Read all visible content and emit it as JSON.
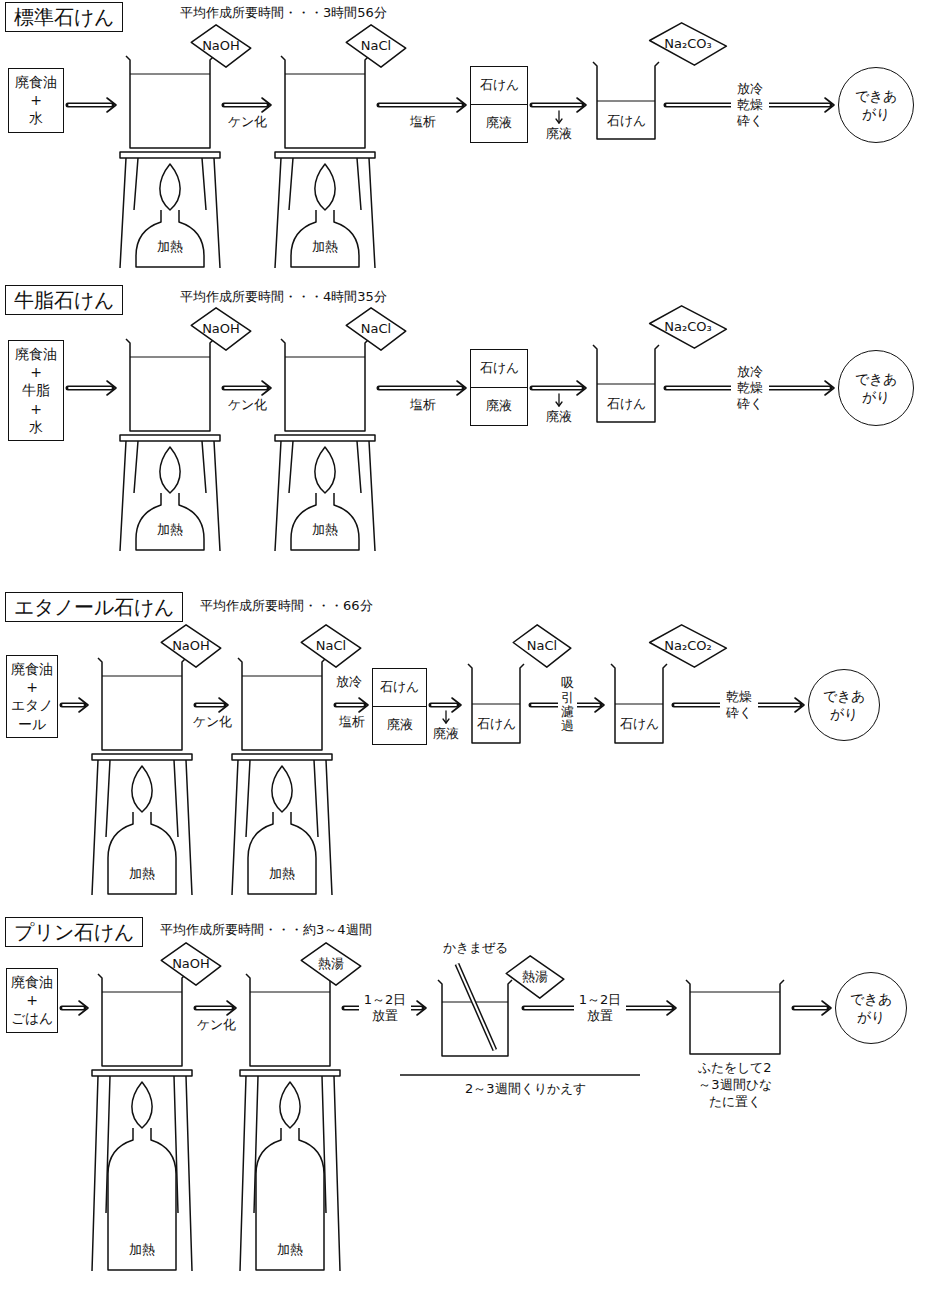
{
  "diagram": {
    "nodes": [
      {
        "text": [
          "標準石けん"
        ]
      },
      {
        "text": [
          "廃食油 + 水"
        ]
      },
      {
        "text": [
          "加熱"
        ]
      },
      {
        "text": [
          "NaOH"
        ]
      },
      {
        "text": [
          "加熱"
        ]
      },
      {
        "text": [
          "NaCl"
        ]
      },
      {
        "text": [
          "石けん",
          "廃液"
        ]
      },
      {
        "text": [
          "石けん"
        ]
      },
      {
        "text": [
          "Na₂CO₃"
        ]
      },
      {
        "text": [
          "できあがり"
        ]
      },
      {
        "text": [
          "牛脂石けん"
        ]
      },
      {
        "text": [
          "廃食油 + 牛脂 + 水"
        ]
      },
      {
        "text": [
          "加熱"
        ]
      },
      {
        "text": [
          "NaOH"
        ]
      },
      {
        "text": [
          "加熱"
        ]
      },
      {
        "text": [
          "NaCl"
        ]
      },
      {
        "text": [
          "石けん",
          "廃液"
        ]
      },
      {
        "text": [
          "石けん"
        ]
      },
      {
        "text": [
          "Na₂CO₃"
        ]
      },
      {
        "text": [
          "できあがり"
        ]
      },
      {
        "text": [
          "エタノール石けん"
        ]
      },
      {
        "text": [
          "廃食油 + エタノール"
        ]
      },
      {
        "text": [
          "加熱"
        ]
      },
      {
        "text": [
          "NaOH"
        ]
      },
      {
        "text": [
          "加熱"
        ]
      },
      {
        "text": [
          "NaCl"
        ]
      },
      {
        "text": [
          "石けん",
          "廃液"
        ]
      },
      {
        "text": [
          "石けん"
        ]
      },
      {
        "text": [
          "NaCl"
        ]
      },
      {
        "text": [
          "石けん"
        ]
      },
      {
        "text": [
          "Na₂CO₂"
        ]
      },
      {
        "text": [
          "できあがり"
        ]
      },
      {
        "text": [
          "プリン石けん"
        ]
      },
      {
        "text": [
          "廃食油 + ごはん"
        ]
      },
      {
        "text": [
          "加熱"
        ]
      },
      {
        "text": [
          "NaOH"
        ]
      },
      {
        "text": [
          "加熱"
        ]
      },
      {
        "text": [
          "熱湯"
        ]
      },
      {
        "text": [
          "かきまぜる"
        ]
      },
      {
        "text": [
          "熱湯"
        ]
      },
      {
        "text": [
          "ふたをして2 ～3週間ひな たに置く"
        ]
      },
      {
        "text": [
          "できあがり"
        ]
      }
    ],
    "edges": [
      {
        "from": 1,
        "to": 2,
        "arrow": "to"
      },
      {
        "from": 2,
        "to": 4,
        "label": "ケン化",
        "arrow": "to"
      },
      {
        "from": 4,
        "to": 6,
        "label": "塩析",
        "arrow": "to"
      },
      {
        "from": 6,
        "to": 7,
        "label": "廃液",
        "arrow": "to"
      },
      {
        "from": 7,
        "to": 9,
        "label": "放冷 乾燥 砕く",
        "arrow": "to"
      },
      {
        "from": 11,
        "to": 12,
        "arrow": "to"
      },
      {
        "from": 12,
        "to": 14,
        "label": "ケン化",
        "arrow": "to"
      },
      {
        "from": 14,
        "to": 16,
        "label": "塩析",
        "arrow": "to"
      },
      {
        "from": 16,
        "to": 17,
        "label": "廃液",
        "arrow": "to"
      },
      {
        "from": 17,
        "to": 19,
        "label": "放冷 乾燥 砕く",
        "arrow": "to"
      },
      {
        "from": 21,
        "to": 22,
        "arrow": "to"
      },
      {
        "from": 22,
        "to": 24,
        "label": "ケン化",
        "arrow": "to"
      },
      {
        "from": 24,
        "to": 26,
        "label": "塩析",
        "arrow": "to"
      },
      {
        "from": 26,
        "to": 27,
        "label": "廃液",
        "arrow": "to"
      },
      {
        "from": 27,
        "to": 29,
        "label": "吸引濾過",
        "arrow": "to"
      },
      {
        "from": 29,
        "to": 31,
        "label": "乾燥 砕く",
        "arrow": "to"
      },
      {
        "from": 33,
        "to": 34,
        "arrow": "to"
      },
      {
        "from": 34,
        "to": 36,
        "label": "ケン化",
        "arrow": "to"
      },
      {
        "from": 36,
        "to": 38,
        "label": "1～2日 放置",
        "arrow": "to"
      },
      {
        "from": 38,
        "to": 40,
        "label": "1～2日 放置",
        "arrow": "to"
      },
      {
        "from": 40,
        "to": 41,
        "arrow": "to"
      }
    ],
    "labels": [
      "平均作成所要時間・・・3時間56分",
      "平均作成所要時間・・・4時間35分",
      "平均作成所要時間・・・66分",
      "放冷",
      "平均作成所要時間・・・約3～4週間",
      "2～3週間くりかえす"
    ]
  }
}
